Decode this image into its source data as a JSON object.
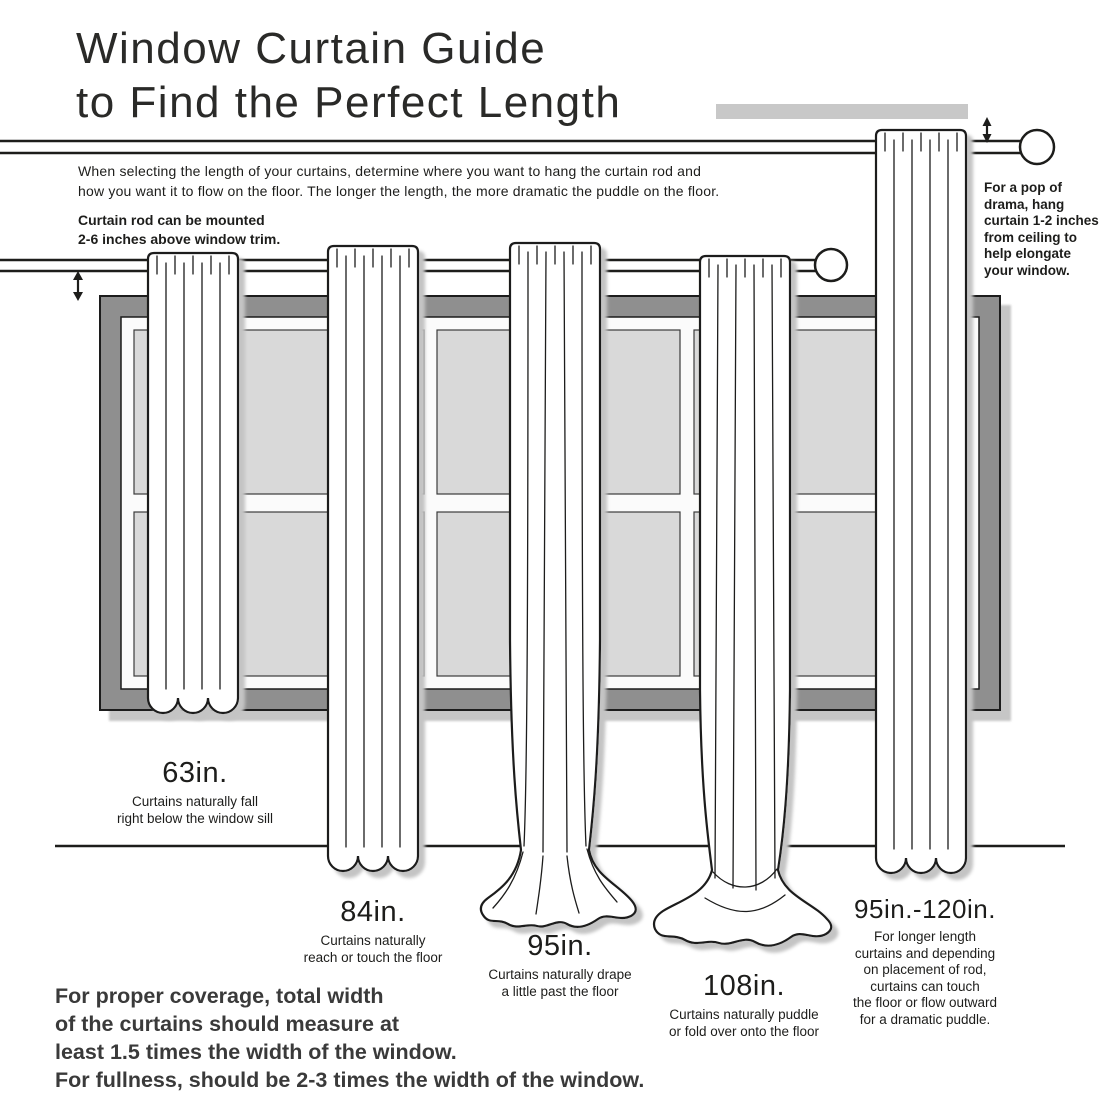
{
  "title": {
    "lines": [
      "Window Curtain Guide",
      "to Find the Perfect Length"
    ]
  },
  "intro": {
    "lines": [
      "When selecting the length of your curtains, determine where you want to hang the curtain rod and",
      "how you want it to flow on the floor. The longer the length, the more dramatic the puddle on the floor."
    ]
  },
  "rod_note": {
    "lines": [
      "Curtain rod can be mounted",
      "2-6 inches above window trim."
    ]
  },
  "ceiling_tip": {
    "lines": [
      "For a pop of",
      "drama, hang",
      "curtain 1-2 inches",
      "from ceiling to",
      "help elongate",
      "your window."
    ]
  },
  "curtains": [
    {
      "length": "63in.",
      "description": [
        "Curtains naturally fall",
        "right below the window sill"
      ]
    },
    {
      "length": "84in.",
      "description": [
        "Curtains naturally",
        "reach or touch the floor"
      ]
    },
    {
      "length": "95in.",
      "description": [
        "Curtains naturally drape",
        "a little past the floor"
      ]
    },
    {
      "length": "108in.",
      "description": [
        "Curtains naturally puddle",
        "or fold over onto the floor"
      ]
    },
    {
      "length": "95in.-120in.",
      "description": [
        "For longer length",
        "curtains and depending",
        "on placement of rod,",
        "curtains can touch",
        "the floor or flow outward",
        "for a dramatic puddle."
      ]
    }
  ],
  "footer": {
    "lines": [
      "For proper coverage, total width",
      "of the curtains should measure at",
      "least 1.5 times the width of the window.",
      "For fullness, should be 2-3 times the width of the window."
    ]
  },
  "colors": {
    "ink": "#1d1d1b",
    "window_frame": "#8f8f8f",
    "window_pane": "#d9d9d9",
    "ceiling_bar": "#c8c8c8",
    "shadow": "#c4c4c4",
    "background": "#ffffff"
  }
}
